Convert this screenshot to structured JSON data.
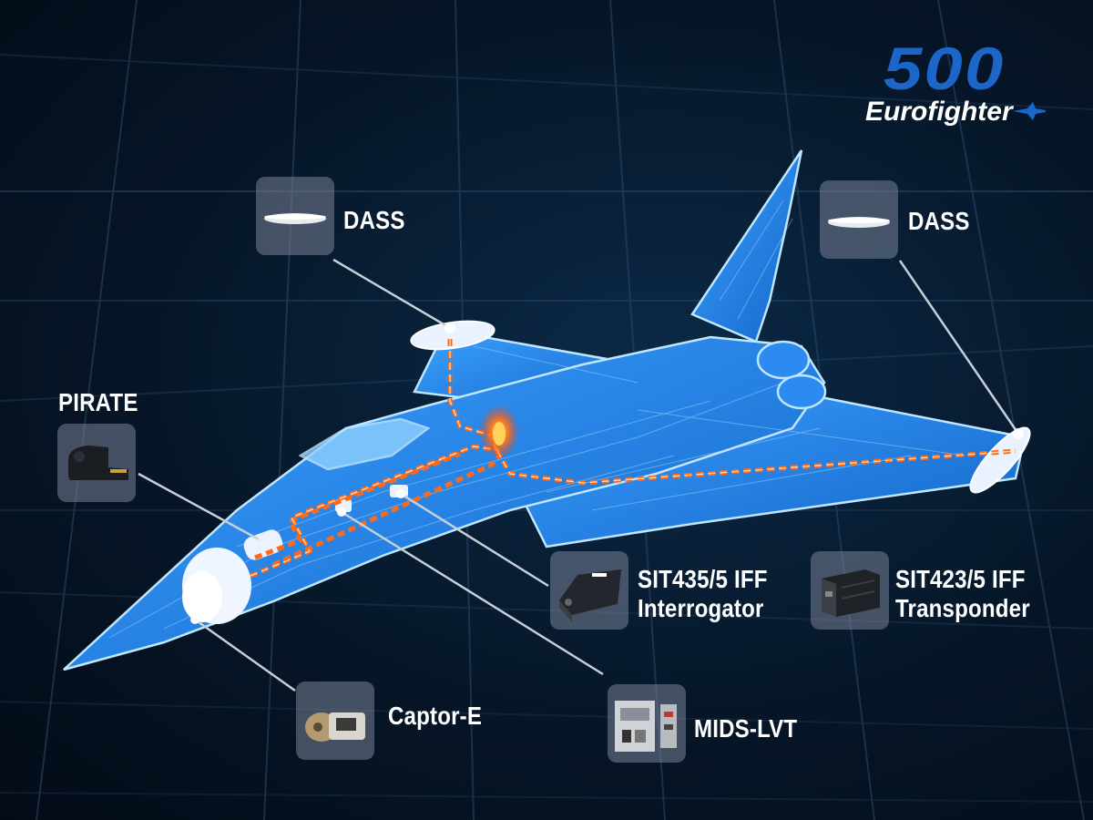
{
  "brand": {
    "number": "500",
    "name": "Eurofighter",
    "accent_color": "#1c66c9"
  },
  "colors": {
    "background": "#04101e",
    "aircraft": "#1e7fe0",
    "wiring": "#ff6a1a",
    "card": "#8a92a4"
  },
  "components": [
    {
      "id": "dass_left",
      "label": "DASS",
      "icon": "dass-pod-icon"
    },
    {
      "id": "dass_right",
      "label": "DASS",
      "icon": "dass-pod-icon"
    },
    {
      "id": "pirate",
      "label": "PIRATE",
      "icon": "pirate-sensor-icon"
    },
    {
      "id": "sit435",
      "label_lines": [
        "SIT435/5 IFF",
        "Interrogator"
      ],
      "icon": "interrogator-unit-icon"
    },
    {
      "id": "sit423",
      "label_lines": [
        "SIT423/5 IFF",
        "Transponder"
      ],
      "icon": "transponder-unit-icon"
    },
    {
      "id": "captor",
      "label": "Captor-E",
      "icon": "radar-icon"
    },
    {
      "id": "mids",
      "label": "MIDS-LVT",
      "icon": "mids-terminal-icon"
    }
  ]
}
